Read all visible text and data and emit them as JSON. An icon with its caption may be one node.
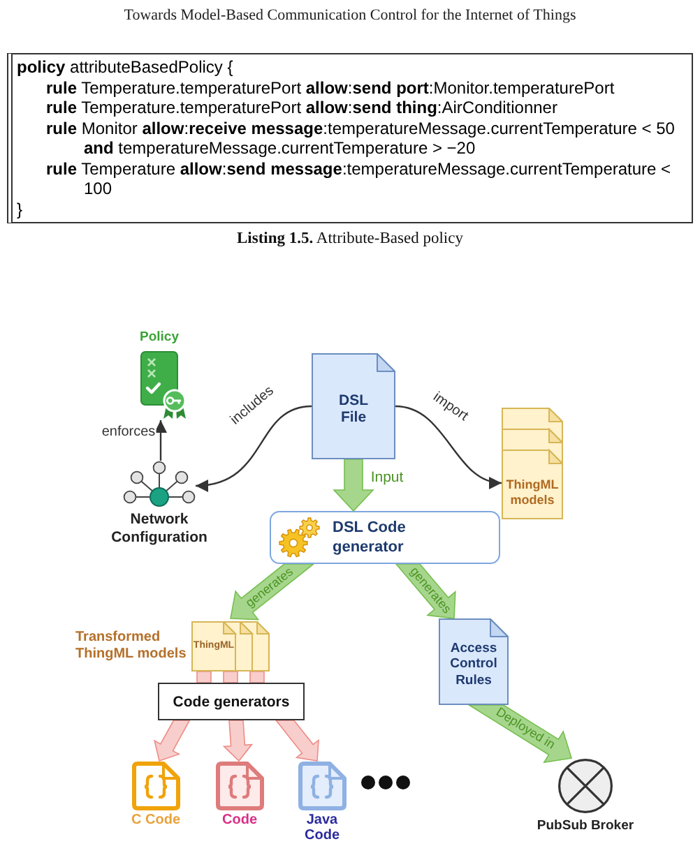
{
  "diagram": {
    "nodes": [
      {
        "text": [
          "**policy** attributeBasedPolicy {",
          "**rule** Temperature.temperaturePort **allow**:**send** **port**:Monitor.temperaturePort",
          "**rule** Temperature.temperaturePort **allow**:**send** **thing**:AirConditionner",
          "**rule** Monitor **allow**:**receive** **message**:temperatureMessage.currentTemperature < 50 **and** temperatureMessage.currentTemperature > −20",
          "**rule** Temperature **allow**:**send** **message**:temperatureMessage.currentTemperature < 100",
          "}"
        ],
        "beside": [
          "**Listing 1.5.** Attribute-Based policy"
        ]
      },
      {
        "text": [
          "Policy"
        ]
      },
      {
        "text": [
          "DSL File"
        ]
      },
      {
        "text": [
          "Network Configuration"
        ]
      },
      {
        "text": [
          "ThingML models"
        ]
      },
      {
        "text": [
          "DSL Code generator"
        ]
      },
      {
        "text": [
          "ThingML"
        ],
        "beside": [
          "Transformed ThingML models"
        ]
      },
      {
        "text": [
          "Access Control Rules"
        ]
      },
      {
        "text": [
          "Code generators"
        ]
      },
      {
        "text": [
          "C Code"
        ]
      },
      {
        "text": [
          "Code"
        ]
      },
      {
        "text": [
          "Java Code"
        ]
      },
      {
        "text": [
          "PubSub Broker"
        ]
      }
    ],
    "edges": [
      {
        "from": 3,
        "to": 1,
        "label": "enforces",
        "arrow": "to"
      },
      {
        "from": 2,
        "to": 3,
        "label": "includes",
        "arrow": "to"
      },
      {
        "from": 2,
        "to": 4,
        "label": "import",
        "arrow": "to"
      },
      {
        "from": 2,
        "to": 5,
        "label": "Input",
        "arrow": "to",
        "style": "thick",
        "color": "#a6d68c"
      },
      {
        "from": 5,
        "to": 6,
        "label": "generates",
        "arrow": "to",
        "style": "thick",
        "color": "#a6d68c"
      },
      {
        "from": 5,
        "to": 7,
        "label": "generates",
        "arrow": "to",
        "style": "thick",
        "color": "#a6d68c"
      },
      {
        "from": 7,
        "to": 12,
        "label": "Deployed in",
        "arrow": "to",
        "style": "thick",
        "color": "#a6d68c"
      },
      {
        "from": 6,
        "to": 8,
        "arrow": "none",
        "style": "thick",
        "color": "#f8cecc"
      },
      {
        "from": 8,
        "to": 9,
        "arrow": "to",
        "style": "thick",
        "color": "#f8cecc"
      },
      {
        "from": 8,
        "to": 10,
        "arrow": "to",
        "style": "thick",
        "color": "#f8cecc"
      },
      {
        "from": 8,
        "to": 11,
        "arrow": "to",
        "style": "thick",
        "color": "#f8cecc"
      }
    ],
    "labels": [
      "Towards Model-Based Communication Control for the Internet of Things"
    ]
  }
}
